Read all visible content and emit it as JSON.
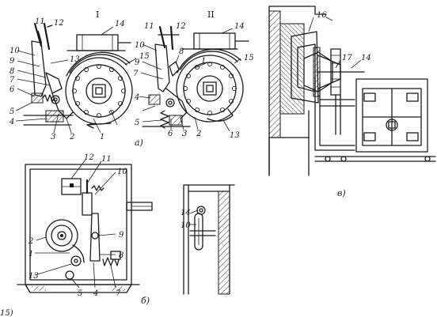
{
  "views": {
    "a": {
      "roman_left": "I",
      "roman_right": "II",
      "sublabel": "а)",
      "left_callouts": [
        "11",
        "12",
        "14",
        "10",
        "13",
        "15",
        "9",
        "8",
        "7",
        "6",
        "5",
        "4",
        "3",
        "2",
        "1"
      ],
      "right_callouts": [
        "11",
        "12",
        "14",
        "10",
        "8",
        "15",
        "9",
        "7",
        "1",
        "4",
        "5",
        "6",
        "3",
        "2",
        "13"
      ]
    },
    "b": {
      "sublabel": "б)",
      "callouts": [
        "12",
        "11",
        "10",
        "2",
        "9",
        "1",
        "8",
        "13",
        "5",
        "4",
        "7"
      ]
    },
    "v": {
      "sublabel": "в)",
      "callouts": [
        "16",
        "17",
        "14"
      ]
    },
    "detail": {
      "callouts": [
        "14",
        "10"
      ]
    }
  },
  "corner_fragment": "15)"
}
